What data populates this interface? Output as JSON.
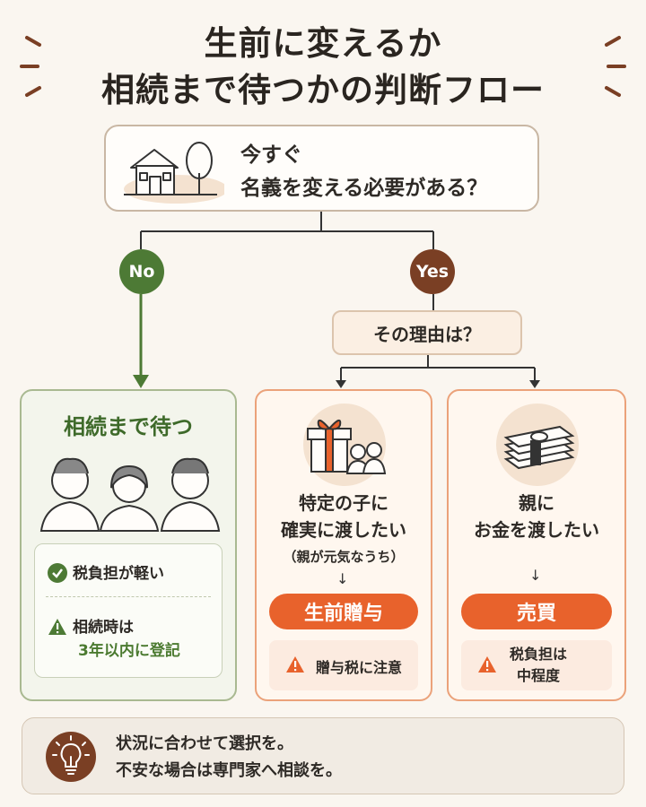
{
  "title": {
    "line1": "生前に変えるか",
    "line2": "相続まで待つかの判断フロー"
  },
  "question": {
    "line1": "今すぐ",
    "line2": "名義を変える必要がある？"
  },
  "branch": {
    "no": "No",
    "yes": "Yes"
  },
  "reason": "その理由は？",
  "left": {
    "title": "相続まで待つ",
    "note1": "税負担が軽い",
    "note2_line1": "相続時は",
    "note2_line2": "3年以内に登記"
  },
  "mid": {
    "line1": "特定の子に",
    "line2": "確実に渡したい",
    "sub": "（親が元気なうち）",
    "arrow": "↓",
    "action": "生前贈与",
    "warn": "贈与税に注意"
  },
  "right": {
    "line1": "親に",
    "line2": "お金を渡したい",
    "arrow": "↓",
    "action": "売買",
    "warn_line1": "税負担は",
    "warn_line2": "中程度"
  },
  "tip": {
    "line1": "状況に合わせて選択を。",
    "line2": "不安な場合は専門家へ相談を。"
  },
  "colors": {
    "green": "#4d7a35",
    "brown": "#7a3f24",
    "orange": "#e8622c",
    "background": "#faf6f0"
  }
}
